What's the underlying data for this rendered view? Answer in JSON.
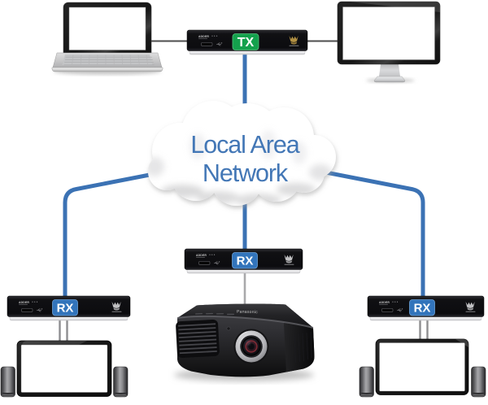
{
  "diagram": {
    "type": "network-topology",
    "background": "#ffffff",
    "cloud": {
      "label_line1": "Local Area",
      "label_line2": "Network",
      "text_color": "#4377b6"
    },
    "devices": {
      "laptop": {
        "name": "laptop",
        "role": "source-computer"
      },
      "monitor": {
        "name": "monitor",
        "role": "local-display"
      },
      "tx": {
        "label": "TX",
        "brand": "ADDER",
        "badge_color": "#14a14d",
        "role": "transmitter"
      },
      "rx_left": {
        "label": "RX",
        "brand": "ADDER",
        "badge_color": "#3274bb",
        "role": "receiver"
      },
      "rx_center": {
        "label": "RX",
        "brand": "ADDER",
        "badge_color": "#3274bb",
        "role": "receiver"
      },
      "rx_right": {
        "label": "RX",
        "brand": "ADDER",
        "badge_color": "#3274bb",
        "role": "receiver"
      },
      "tv_left": {
        "name": "tv-with-speakers",
        "role": "remote-display"
      },
      "projector": {
        "name": "projector",
        "brand": "Panasonic",
        "role": "remote-display"
      },
      "tv_right": {
        "name": "tv-with-speakers",
        "role": "remote-display"
      }
    },
    "connections": [
      {
        "from": "laptop",
        "to": "tx",
        "style": "cable-gray"
      },
      {
        "from": "tx",
        "to": "monitor",
        "style": "cable-gray"
      },
      {
        "from": "tx",
        "to": "cloud",
        "style": "network-blue"
      },
      {
        "from": "cloud",
        "to": "rx_left",
        "style": "network-blue"
      },
      {
        "from": "cloud",
        "to": "rx_center",
        "style": "network-blue"
      },
      {
        "from": "cloud",
        "to": "rx_right",
        "style": "network-blue"
      },
      {
        "from": "rx_left",
        "to": "tv_left",
        "style": "cable-gray-double"
      },
      {
        "from": "rx_center",
        "to": "projector",
        "style": "cable-gray"
      },
      {
        "from": "rx_right",
        "to": "tv_right",
        "style": "cable-gray-double"
      }
    ],
    "colors": {
      "link_blue": "#3b72b4",
      "cable_gray": "#4e4e4e",
      "cable_light_gray": "#9a9a9a"
    }
  }
}
